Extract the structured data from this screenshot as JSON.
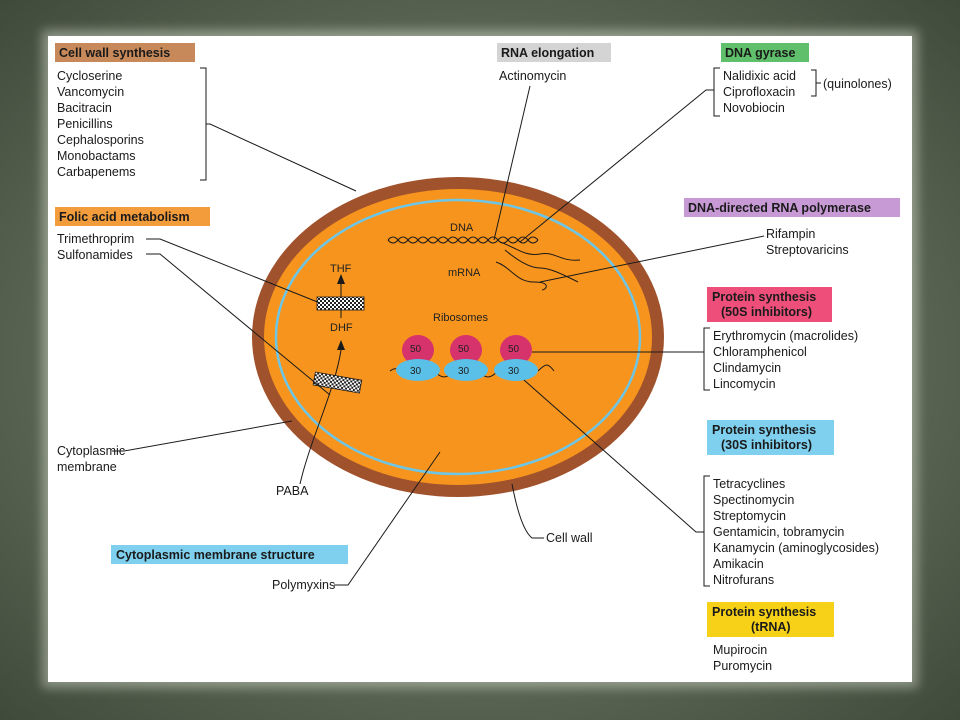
{
  "colors": {
    "cell_wall": "#a0522d",
    "cytoplasm": "#f7941d",
    "membrane": "#6ec6e6",
    "header_orange": "#f39c3c",
    "header_brown": "#c8895a",
    "header_gray": "#d4d4d4",
    "header_green": "#5fbf6a",
    "header_purple": "#c79ad6",
    "header_pink": "#ee4f7a",
    "header_blue": "#7fd0ee",
    "header_yellow": "#f7d117",
    "ribosome_50": "#d6336c",
    "ribosome_30": "#5bc0e8"
  },
  "groups": {
    "cell_wall_synthesis": {
      "title": "Cell wall synthesis",
      "items": [
        "Cycloserine",
        "Vancomycin",
        "Bacitracin",
        "Penicillins",
        "Cephalosporins",
        "Monobactams",
        "Carbapenems"
      ]
    },
    "rna_elongation": {
      "title": "RNA elongation",
      "items": [
        "Actinomycin"
      ]
    },
    "dna_gyrase": {
      "title": "DNA gyrase",
      "items": [
        "Nalidixic acid",
        "Ciprofloxacin",
        "Novobiocin"
      ],
      "note": "(quinolones)"
    },
    "folic_acid": {
      "title": "Folic acid metabolism",
      "items": [
        "Trimethroprim",
        "Sulfonamides"
      ]
    },
    "rna_polymerase": {
      "title": "DNA-directed RNA polymerase",
      "items": [
        "Rifampin",
        "Streptovaricins"
      ]
    },
    "protein_50s": {
      "title_line1": "Protein synthesis",
      "title_line2": "(50S inhibitors)",
      "items": [
        "Erythromycin (macrolides)",
        "Chloramphenicol",
        "Clindamycin",
        "Lincomycin"
      ]
    },
    "protein_30s": {
      "title_line1": "Protein synthesis",
      "title_line2": "(30S inhibitors)",
      "items": [
        "Tetracyclines",
        "Spectinomycin",
        "Streptomycin",
        "Gentamicin, tobramycin",
        "Kanamycin (aminoglycosides)",
        "Amikacin",
        "Nitrofurans"
      ]
    },
    "protein_trna": {
      "title_line1": "Protein synthesis",
      "title_line2": "(tRNA)",
      "items": [
        "Mupirocin",
        "Puromycin"
      ]
    },
    "membrane_structure": {
      "title": "Cytoplasmic membrane structure",
      "items": [
        "Polymyxins"
      ]
    }
  },
  "cell_labels": {
    "dna": "DNA",
    "mrna": "mRNA",
    "ribosomes": "Ribosomes",
    "thf": "THF",
    "dhf": "DHF",
    "paba": "PABA",
    "cytoplasmic_membrane_line1": "Cytoplasmic",
    "cytoplasmic_membrane_line2": "membrane",
    "cell_wall": "Cell wall",
    "ribosome_50": "50",
    "ribosome_30": "30"
  }
}
